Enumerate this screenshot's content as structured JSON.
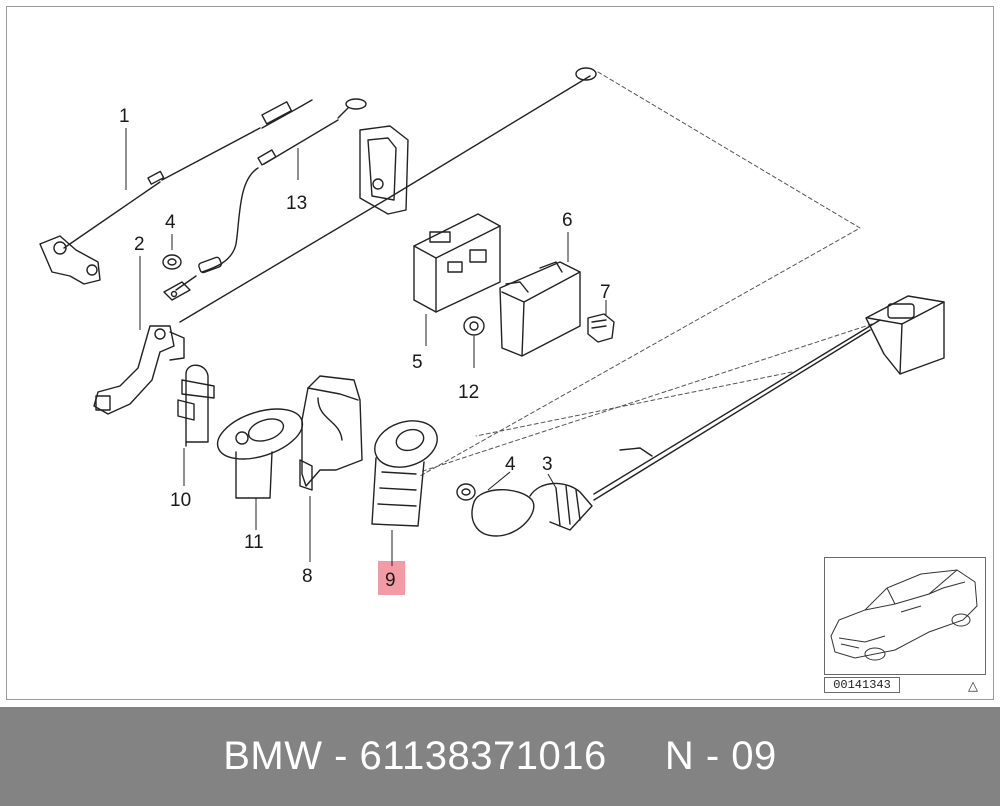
{
  "diagram": {
    "callouts": [
      {
        "id": "c1",
        "label": "1"
      },
      {
        "id": "c2",
        "label": "2"
      },
      {
        "id": "c3",
        "label": "3"
      },
      {
        "id": "c4a",
        "label": "4"
      },
      {
        "id": "c4b",
        "label": "4"
      },
      {
        "id": "c5",
        "label": "5"
      },
      {
        "id": "c6",
        "label": "6"
      },
      {
        "id": "c7",
        "label": "7"
      },
      {
        "id": "c8",
        "label": "8"
      },
      {
        "id": "c9",
        "label": "9"
      },
      {
        "id": "c10",
        "label": "10"
      },
      {
        "id": "c11",
        "label": "11"
      },
      {
        "id": "c12",
        "label": "12"
      },
      {
        "id": "c13",
        "label": "13"
      }
    ],
    "highlighted_part": "9",
    "highlight_color": "#f29ba5"
  },
  "inset": {
    "image_code": "00141343",
    "corner_symbol": "△"
  },
  "footer": {
    "text": "BMW - 61138371016     N - 09",
    "background": "#838383"
  }
}
